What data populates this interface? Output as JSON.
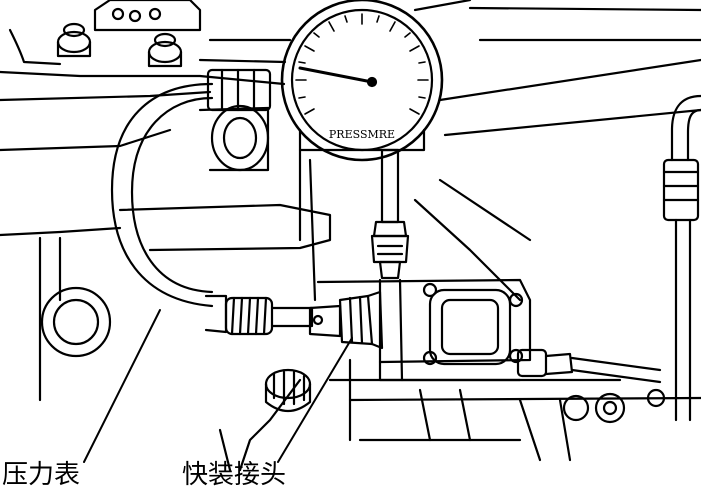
{
  "gauge": {
    "dial_text": "PRESSMRE"
  },
  "labels": {
    "pressure_gauge": "压力表",
    "quick_coupling": "快装接头"
  }
}
